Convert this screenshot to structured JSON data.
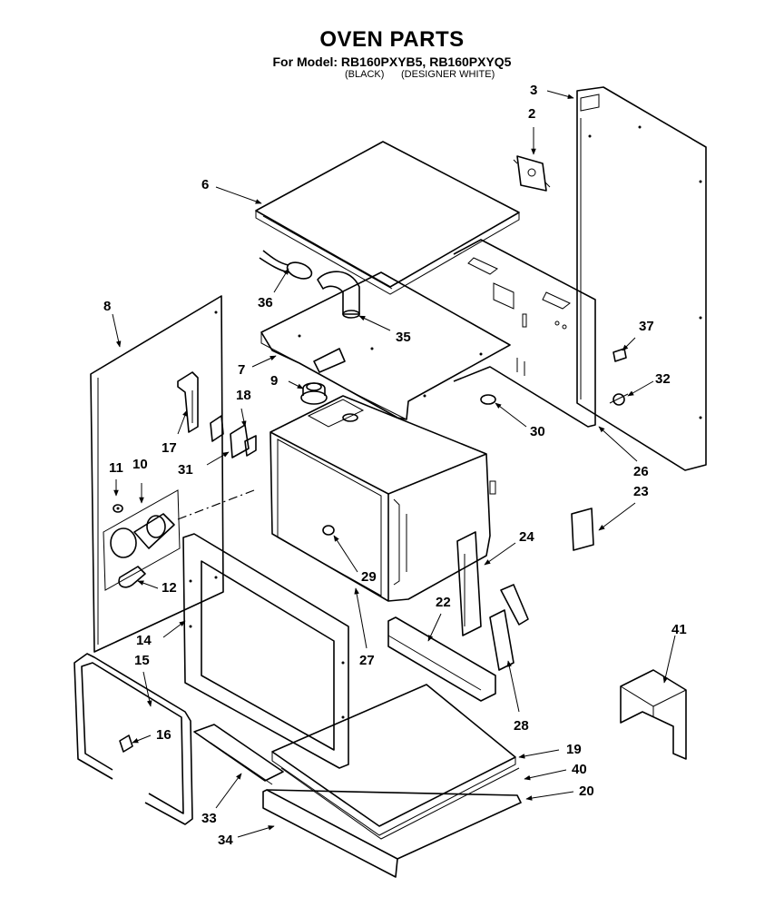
{
  "header": {
    "title": "OVEN PARTS",
    "model_line": "For Model: RB160PXYB5, RB160PXYQ5",
    "variant_black": "(BLACK)",
    "variant_white": "(DESIGNER WHITE)"
  },
  "labels": {
    "p2": "2",
    "p3": "3",
    "p6": "6",
    "p7": "7",
    "p8": "8",
    "p9": "9",
    "p10": "10",
    "p11": "11",
    "p12": "12",
    "p14": "14",
    "p15": "15",
    "p16": "16",
    "p17": "17",
    "p18": "18",
    "p19": "19",
    "p20": "20",
    "p22": "22",
    "p23": "23",
    "p24": "24",
    "p26": "26",
    "p27": "27",
    "p28": "28",
    "p29": "29",
    "p30": "30",
    "p31": "31",
    "p32": "32",
    "p33": "33",
    "p34": "34",
    "p35": "35",
    "p36": "36",
    "p37": "37",
    "p40": "40",
    "p41": "41"
  }
}
